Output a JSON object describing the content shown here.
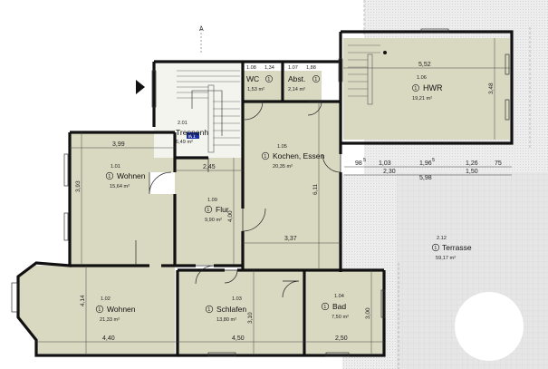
{
  "rooms": [
    {
      "id": "wc",
      "num": "1.08",
      "dim": "1,34",
      "name": "WC",
      "badge": "1",
      "area": "1,53 m²"
    },
    {
      "id": "abst",
      "num": "1.07",
      "dim": "1,88",
      "name": "Abst.",
      "badge": "1",
      "area": "2,14 m²"
    },
    {
      "id": "hwr",
      "num": "1.06",
      "dim": "",
      "name": "HWR",
      "badge": "1",
      "area": "19,21 m²"
    },
    {
      "id": "treppen",
      "num": "2.01",
      "dim": "",
      "name": "Treppenh",
      "badge": "",
      "area": "6,49 m²"
    },
    {
      "id": "wohnen1",
      "num": "1.01",
      "dim": "",
      "name": "Wohnen",
      "badge": "1",
      "area": "15,64 m²"
    },
    {
      "id": "kochen",
      "num": "1.05",
      "dim": "",
      "name": "Kochen, Essen",
      "badge": "1",
      "area": "20,35 m²"
    },
    {
      "id": "flur",
      "num": "1.09",
      "dim": "",
      "name": "Flur",
      "badge": "1",
      "area": "9,90 m²"
    },
    {
      "id": "terrasse",
      "num": "2.12",
      "dim": "",
      "name": "Terrasse",
      "badge": "1",
      "area": "59,17 m²"
    },
    {
      "id": "wohnen2",
      "num": "1.02",
      "dim": "",
      "name": "Wohnen",
      "badge": "1",
      "area": "21,33 m²"
    },
    {
      "id": "schlafen",
      "num": "1.03",
      "dim": "",
      "name": "Schlafen",
      "badge": "1",
      "area": "13,80 m²"
    },
    {
      "id": "bad",
      "num": "1.04",
      "dim": "",
      "name": "Bad",
      "badge": "1",
      "area": "7,50 m²"
    }
  ],
  "dimensions": {
    "wohnen1_w": "3,99",
    "wohnen1_h": "3,93",
    "hwr_w": "5,52",
    "hwr_h": "3,48",
    "flur_w": "2,45",
    "flur_h": "4,00",
    "kochen_h": "6,11",
    "kochen_w": "3,37",
    "wohnen2_h": "4,14",
    "wohnen2_w": "4,40",
    "schlafen_w": "4,50",
    "schlafen_h": "3,10",
    "bad_w": "2,50",
    "bad_h": "3,00",
    "t_98": "98",
    "t_98_sup": "5",
    "t_103": "1,03",
    "t_196": "1,96",
    "t_196_sup": "5",
    "t_126": "1,26",
    "t_75": "75",
    "t_230": "2,30",
    "t_598": "5,98",
    "t_150": "1,50"
  },
  "markers": {
    "section": "A",
    "stair_w": "W1"
  },
  "colors": {
    "room": "#d9d9c2",
    "terrace": "#e4e4e4",
    "wall": "#111111"
  }
}
